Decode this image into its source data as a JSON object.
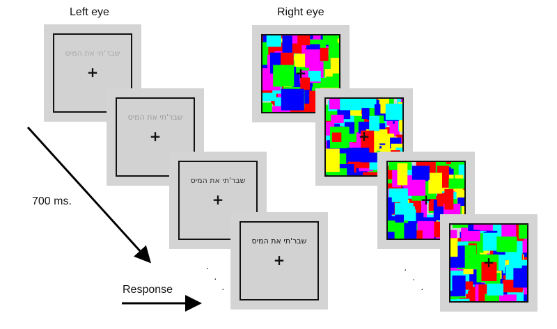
{
  "labels": {
    "left_eye": "Left eye",
    "right_eye": "Right eye",
    "duration": "700 ms.",
    "response": "Response"
  },
  "left_stimuli": [
    {
      "word": "שבר'תי את המיס",
      "word_color": "#a9a9a9",
      "fixation": "+"
    },
    {
      "word": "שבר'תי את המיס",
      "word_color": "#9a9a9a",
      "fixation": "+"
    },
    {
      "word": "שבר'תי את המיס",
      "word_color": "#333333",
      "fixation": "+"
    },
    {
      "word": "שבר'תי את המיס",
      "word_color": "#111111",
      "fixation": "+"
    }
  ],
  "right_fixation": "+",
  "ellipsis": "·",
  "mask_colors": [
    "#ff0000",
    "#00ff00",
    "#0000ff",
    "#ffff00",
    "#ff00ff",
    "#00ffff"
  ]
}
